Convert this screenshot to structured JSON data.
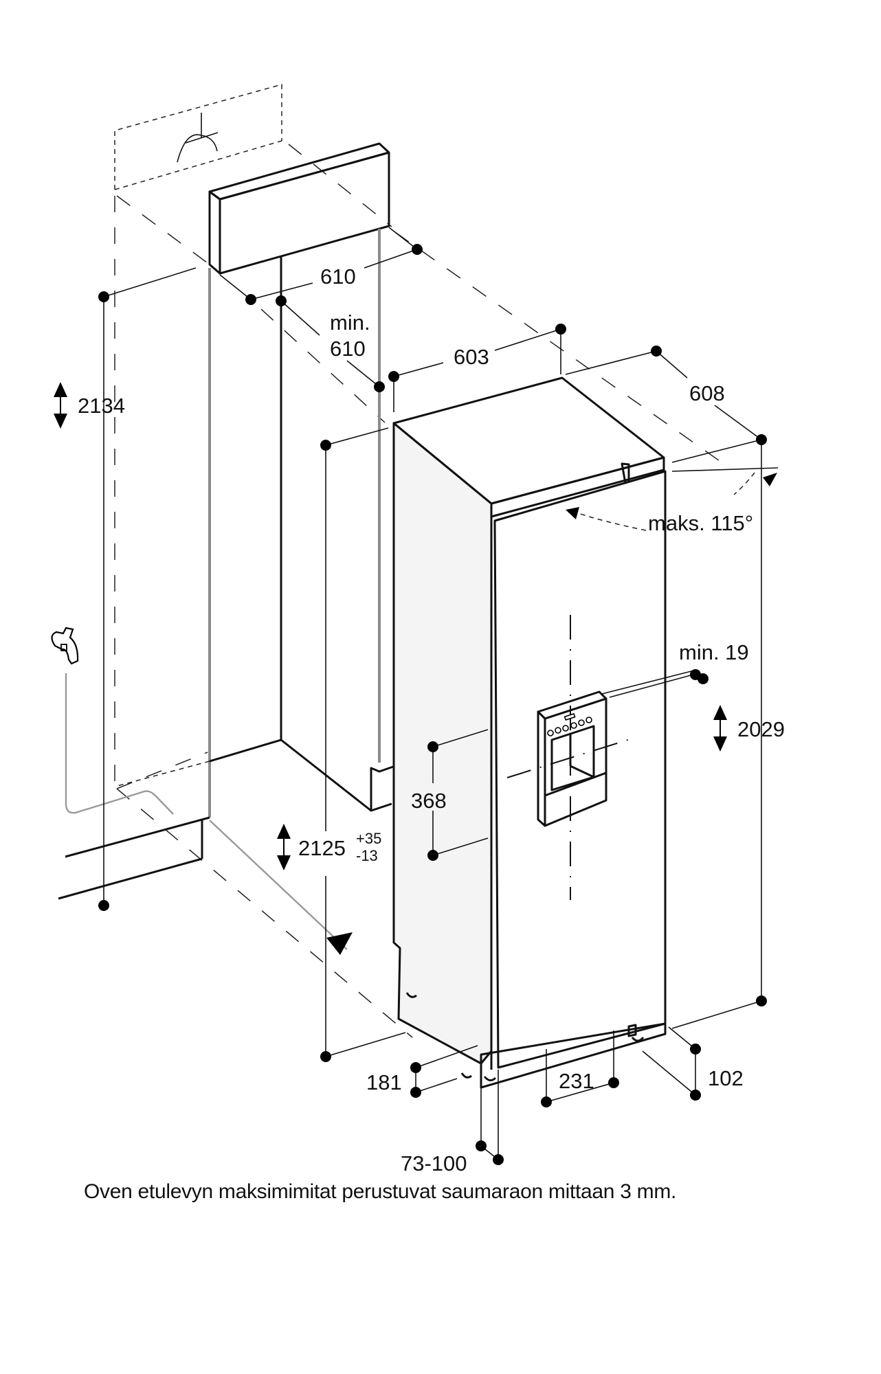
{
  "diagram": {
    "title": "Built-in refrigerator installation dimensions",
    "units": "mm",
    "dimensions": {
      "niche_width_top": "610",
      "niche_depth_label": "min.",
      "niche_depth_value": "610",
      "appliance_width": "603",
      "appliance_depth": "608",
      "niche_height": "2134",
      "appliance_height": "2029",
      "door_height": "2125",
      "door_height_tol_plus": "+35",
      "door_height_tol_minus": "-13",
      "door_opening_angle": "maks. 115°",
      "side_clearance": "min. 19",
      "dispenser_height": "368",
      "plinth_left": "181",
      "plinth_centre": "231",
      "plinth_right": "102",
      "door_gap": "73-100"
    },
    "icons": {
      "water_tap": "water-tap-icon",
      "electrical_socket": "power-socket-icon",
      "vertical_adjust": "double-arrow-icon"
    },
    "colors": {
      "line": "#111111",
      "guide_gray": "#8c8c8c",
      "side_panel_fill": "#f4f4f4",
      "background": "#ffffff"
    }
  },
  "caption": "Oven etulevyn maksimimitat perustuvat saumaraon mittaan 3 mm."
}
